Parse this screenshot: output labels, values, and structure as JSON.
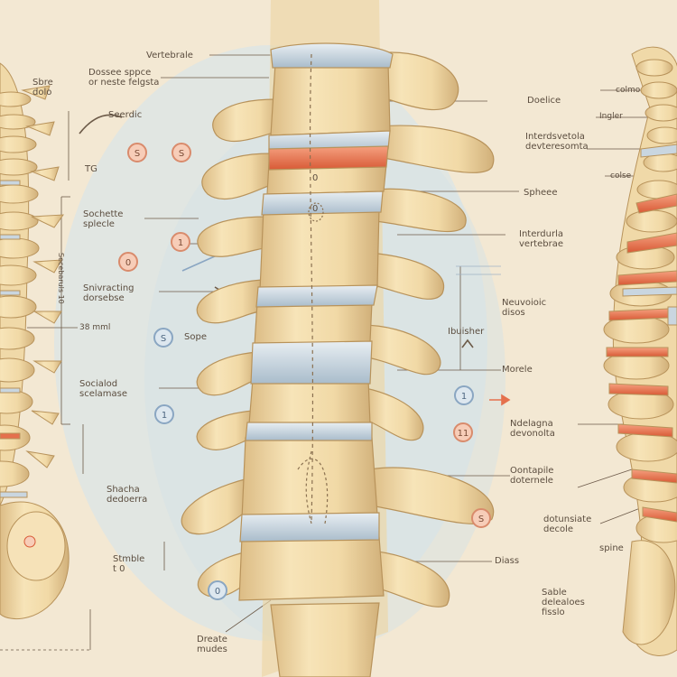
{
  "labels": {
    "vertebrale": "Vertebrale",
    "dossee_spece": "Dossee sppce\nor neste felgsta",
    "sbre_dolo": "Sbre\ndolo",
    "seerdic": "Seerdic",
    "tg": "TG",
    "sochette_splecle": "Sochette\nsplecle",
    "measure_10": "Secebaruls 10",
    "snivracting_dorsebse": "Snivracting\ndorsebse",
    "mm_label": "38 mml",
    "sope": "Sope",
    "socialod_scelamase": "Socialod\nscelamase",
    "shacha_dedoerra": "Shacha\ndedoerra",
    "stmble": "Stmble\nt 0",
    "dreate_mudes": "Dreate\nmudes",
    "doelice": "Doelice",
    "interdsvetola": "Interdsvetola\ndevteresomta",
    "spheee": "Spheee",
    "interdurla_vertebrae": "Interdurla\nvertebrae",
    "neuvoioic_disos": "Neuvoioic\ndisos",
    "ibuisher": "Ibuisher",
    "morele": "Morele",
    "ndelagna_devonolta": "Ndelagna\ndevonolta",
    "oontapile_doternele": "Oontapile\ndoternele",
    "dotunsiate_decole": "dotunsiate\ndecole",
    "diass": "Diass",
    "sable_delealoes_fisslo": "Sable\ndelealoes\nfisslo",
    "colmo": "colmo",
    "ingler": "Ingler",
    "colse": "colse",
    "spine": "spine"
  },
  "badges": {
    "b1": "S",
    "b2": "S",
    "b3": "1",
    "b4": "0",
    "b5": "S",
    "b6": "1",
    "b7": "1",
    "b8": "11",
    "b9": "S",
    "b10": "0",
    "b11": "0",
    "b12": "0"
  },
  "colors": {
    "background": "#f3e8d3",
    "bone": "#f0d9a8",
    "bone_shadow": "#d4b47d",
    "disc_blue": "#c9d6e0",
    "disc_red": "#e5704d",
    "backdrop_blue": "#dfe6e5"
  }
}
